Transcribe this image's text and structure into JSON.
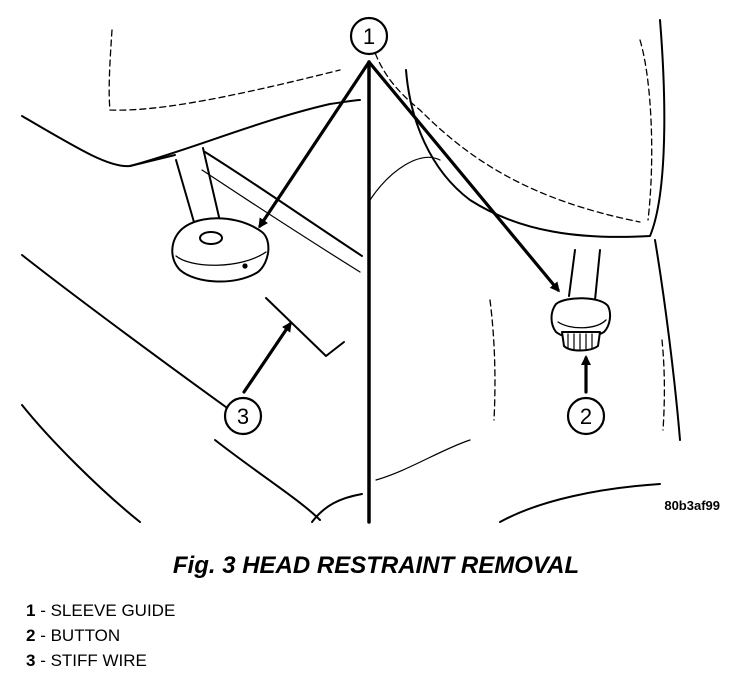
{
  "figure": {
    "image_code": "80b3af99",
    "callouts": [
      {
        "number": "1"
      },
      {
        "number": "2"
      },
      {
        "number": "3"
      }
    ]
  },
  "caption": {
    "title": "Fig. 3 HEAD RESTRAINT REMOVAL"
  },
  "legend": [
    {
      "number": "1",
      "separator": " - ",
      "text": "SLEEVE GUIDE"
    },
    {
      "number": "2",
      "separator": " - ",
      "text": "BUTTON"
    },
    {
      "number": "3",
      "separator": " - ",
      "text": "STIFF WIRE"
    }
  ]
}
